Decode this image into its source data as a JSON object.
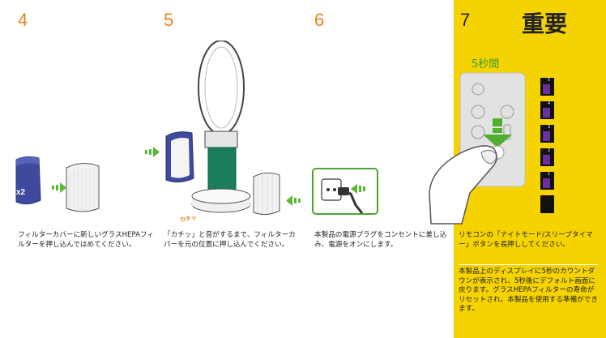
{
  "steps": [
    {
      "number": "4",
      "text": "フィルターカバーに新しいグラスHEPAフィルターを押し込んではめてください。"
    },
    {
      "number": "5",
      "text": "「カチッ」と音がするまで、フィルターカバーを元の位置に押し込んでください。",
      "click_label": "カチッ"
    },
    {
      "number": "6",
      "text": "本製品の電源プラグをコンセントに差し込み、電源をオンにします。"
    }
  ],
  "panel": {
    "number": "7",
    "title": "重要",
    "seconds_label": "5秒間",
    "text1": "リモコンの「ナイトモード/スリープタイマー」ボタンを長押ししてください。",
    "text2": "本製品上のディスプレイに5秒のカウントダウンが表示され、5秒後にデフォルト画面に戻ります。グラスHEPAフィルターの寿命がリセットされ、本製品を使用する準備ができます。"
  },
  "multiplier": "x2",
  "countdown": [
    "5",
    "4",
    "3",
    "2",
    "1"
  ],
  "colors": {
    "accent_orange": "#e8841c",
    "panel_yellow": "#f5d300",
    "arrow_green": "#5cb82e",
    "filter_blue": "#3d4a9e",
    "body_teal": "#1a7d5c",
    "display_purple": "#6b2fa0"
  }
}
